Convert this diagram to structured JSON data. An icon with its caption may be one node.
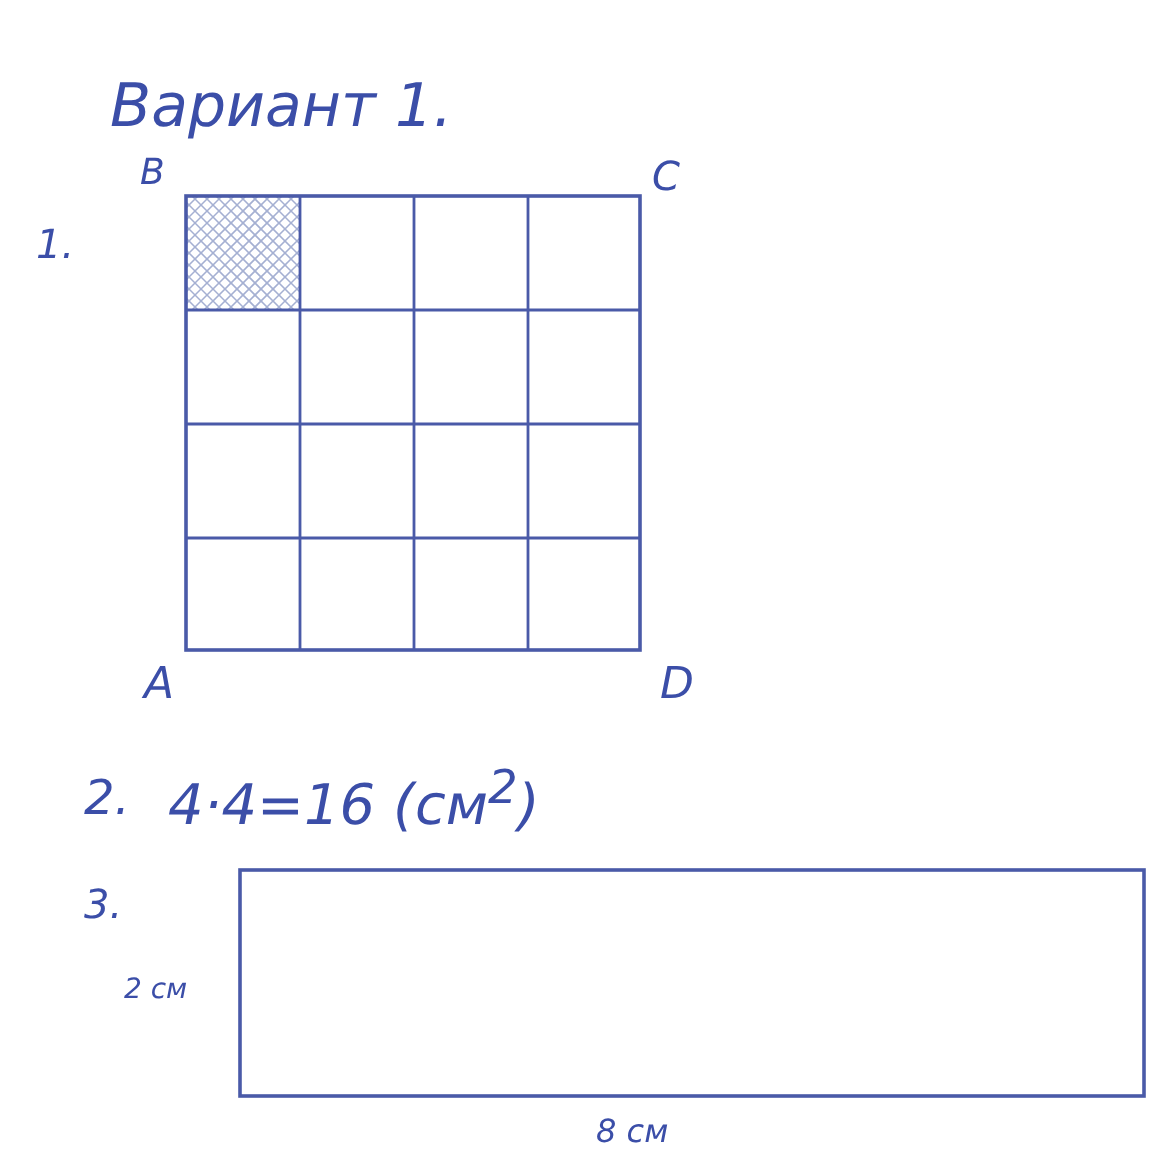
{
  "diagram": {
    "title": "Вариант 1.",
    "labels": [
      "1.",
      "B",
      "C",
      "A",
      "D",
      "2.",
      "4·4=16 (см$^{2}$)",
      "3.",
      "2 см",
      "8 см"
    ]
  }
}
